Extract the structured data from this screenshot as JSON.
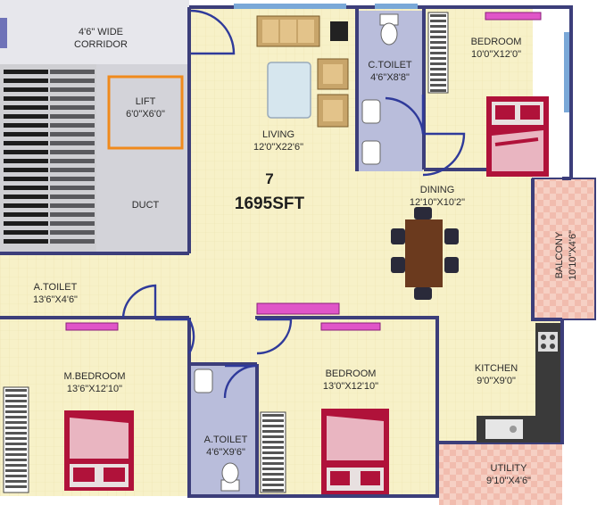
{
  "unit": {
    "number": "7",
    "area": "1695SFT"
  },
  "rooms": {
    "corridor": {
      "name": "4'6\" WIDE",
      "size": "CORRIDOR"
    },
    "lift": {
      "name": "LIFT",
      "size": "6'0\"X6'0\""
    },
    "duct": {
      "name": "DUCT"
    },
    "living": {
      "name": "LIVING",
      "size": "12'0\"X22'6\""
    },
    "c_toilet": {
      "name": "C.TOILET",
      "size": "4'6\"X8'8\""
    },
    "bedroom_top": {
      "name": "BEDROOM",
      "size": "10'0\"X12'0\""
    },
    "dining": {
      "name": "DINING",
      "size": "12'10\"X10'2\""
    },
    "balcony": {
      "name": "BALCONY",
      "size": "10'10\"X4'6\""
    },
    "a_toilet_left": {
      "name": "A.TOILET",
      "size": "13'6\"X4'6\""
    },
    "m_bedroom": {
      "name": "M.BEDROOM",
      "size": "13'6\"X12'10\""
    },
    "a_toilet_mid": {
      "name": "A.TOILET",
      "size": "4'6\"X9'6\""
    },
    "bedroom_bottom": {
      "name": "BEDROOM",
      "size": "13'0\"X12'10\""
    },
    "kitchen": {
      "name": "KITCHEN",
      "size": "9'0\"X9'0\""
    },
    "utility": {
      "name": "UTILITY",
      "size": "9'10\"X4'6\""
    }
  },
  "colors": {
    "floor": "#f7f1c8",
    "toilet": "#b9bddb",
    "balcony": "#f6d0c4",
    "stair": "#1d1d1d",
    "wall": "#3c3e7a",
    "door": "#2f3a9a",
    "window": "#e055c8",
    "bed": "#b0123a"
  }
}
